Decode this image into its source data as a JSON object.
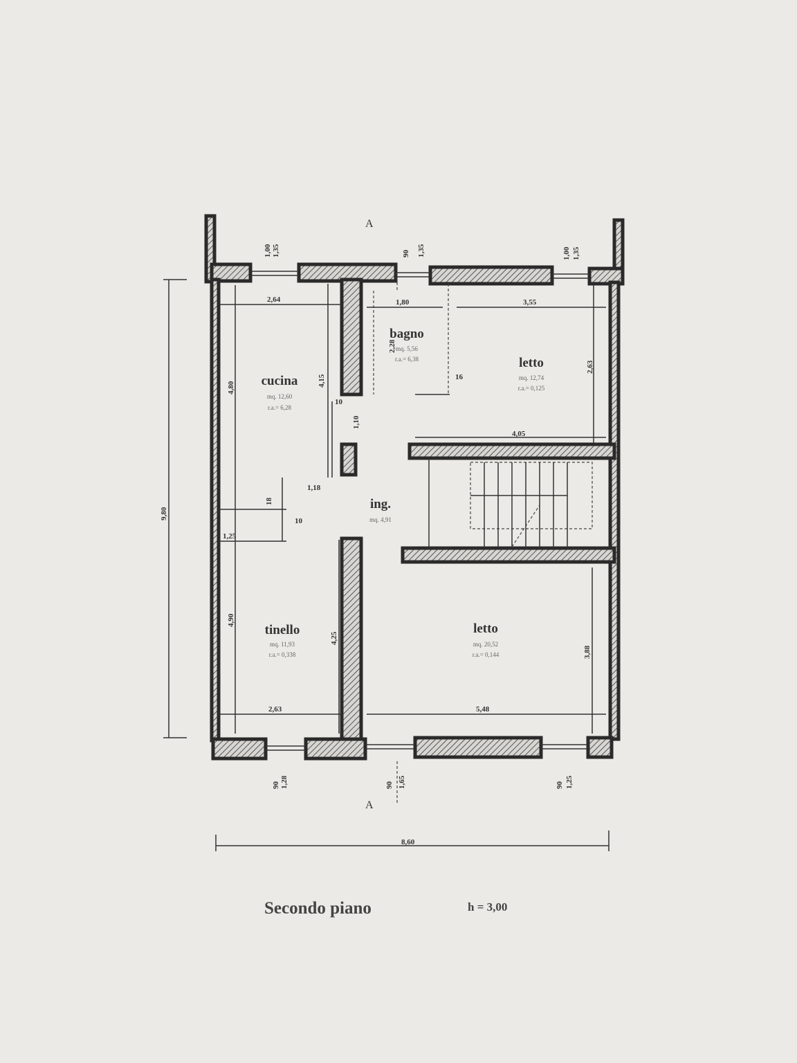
{
  "plan": {
    "title": "Secondo piano",
    "height_note": "h = 3,00",
    "section_mark": "A",
    "rooms": [
      {
        "name": "cucina",
        "area": "mq. 12,60",
        "ra": "r.a.= 6,28"
      },
      {
        "name": "bagno",
        "area": "mq. 5,56",
        "ra": "r.a.= 6,38"
      },
      {
        "name": "letto",
        "area": "mq. 12,74",
        "ra": "r.a.= 0,125"
      },
      {
        "name": "ing.",
        "area": "mq. 4,91",
        "ra": ""
      },
      {
        "name": "tinello",
        "area": "mq. 11,93",
        "ra": "r.a.= 0,338"
      },
      {
        "name": "letto",
        "area": "mq. 20,52",
        "ra": "r.a.= 0,144"
      }
    ],
    "dims": {
      "total_height": "9,80",
      "total_width": "8,60",
      "cucina_w": "2,64",
      "bagno_w": "1,80",
      "letto1_w": "3,55",
      "bagno_h": "2,28",
      "cucina_inner_h": "4,15",
      "cucina_h": "4,80",
      "letto1_h": "2,63",
      "stair_w": "4,05",
      "door1": "1,10",
      "door2": "1,18",
      "tinello_top": "1,25",
      "tinello_h": "4,90",
      "tinello_inner_h": "4,25",
      "tinello_w": "2,63",
      "letto2_w": "5,48",
      "letto2_h": "3,88",
      "small_10a": "10",
      "small_10b": "10",
      "small_18": "18",
      "small_16": "16"
    },
    "windows_top": [
      {
        "w": "1,00",
        "h": "1,35"
      },
      {
        "w": "90",
        "h": "1,35"
      },
      {
        "w": "1,00",
        "h": "1,35"
      }
    ],
    "windows_bottom": [
      {
        "w": "90",
        "h": "1,28"
      },
      {
        "w": "90",
        "h": "1,65"
      },
      {
        "w": "90",
        "h": "1,25"
      }
    ]
  }
}
